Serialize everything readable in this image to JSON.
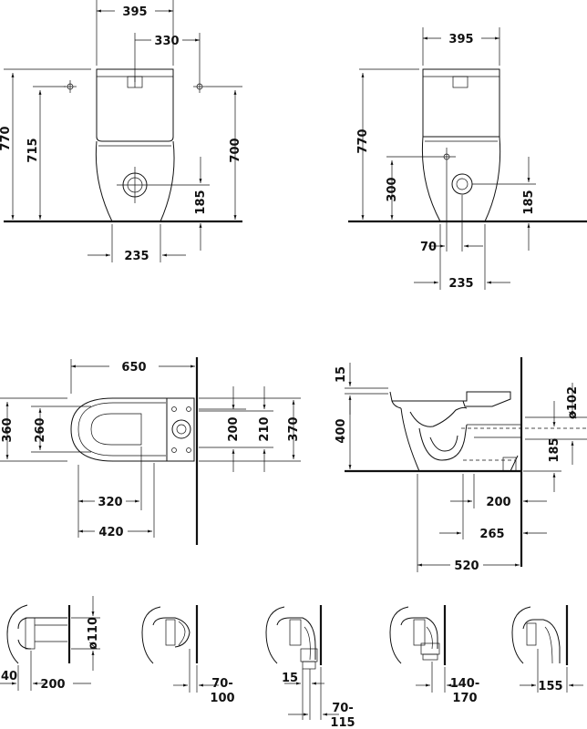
{
  "front_view": {
    "d395": "395",
    "d330": "330",
    "d770": "770",
    "d715": "715",
    "d700": "700",
    "d185": "185",
    "d235": "235"
  },
  "side_view": {
    "d395": "395",
    "d770": "770",
    "d300": "300",
    "d185": "185",
    "d70": "70",
    "d235": "235"
  },
  "top_view": {
    "d650": "650",
    "d360": "360",
    "d260": "260",
    "d200": "200",
    "d210": "210",
    "d370": "370",
    "d320": "320",
    "d420": "420"
  },
  "section_view": {
    "d15": "15",
    "d400": "400",
    "d102": "ø102",
    "d185": "185",
    "d200": "200",
    "d265": "265",
    "d520": "520"
  },
  "connection_details": {
    "d110": "ø110",
    "d40": "40",
    "d200": "200",
    "d70_100a": "70-",
    "d70_100b": "100",
    "d15": "15",
    "d70_115a": "70-",
    "d70_115b": "115",
    "d140_170a": "140-",
    "d140_170b": "170",
    "d155": "155"
  }
}
